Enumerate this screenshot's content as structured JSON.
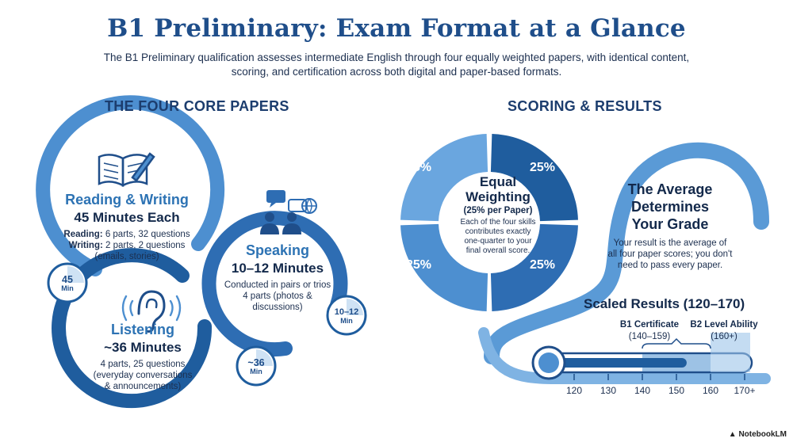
{
  "header": {
    "title": "B1 Preliminary: Exam Format at a Glance",
    "subtitle": "The B1 Preliminary qualification assesses intermediate English through four equally weighted papers, with identical content, scoring, and certification across both digital and paper-based formats."
  },
  "left_section": {
    "heading": "THE FOUR CORE PAPERS",
    "reading_writing": {
      "title": "Reading & Writing",
      "duration": "45 Minutes Each",
      "reading_label": "Reading:",
      "reading_detail": "6 parts, 32 questions",
      "writing_label": "Writing:",
      "writing_detail": "2 parts, 2 questions",
      "writing_note": "(emails, stories)",
      "badge_value": "45",
      "badge_unit": "Min",
      "icon": "open-book-icon"
    },
    "speaking": {
      "title": "Speaking",
      "duration": "10–12 Minutes",
      "detail_1": "Conducted in pairs or trios",
      "detail_2": "4 parts (photos &",
      "detail_3": "discussions)",
      "badge_value": "10–12",
      "badge_unit": "Min",
      "icon": "people-chat-icon"
    },
    "listening": {
      "title": "Listening",
      "duration": "~36 Minutes",
      "detail_1": "4 parts, 25 questions",
      "detail_2": "(everyday conversations",
      "detail_3": "& announcements)",
      "badge_value": "~36",
      "badge_unit": "Min",
      "icon": "ear-icon"
    }
  },
  "right_section": {
    "heading": "SCORING & RESULTS",
    "weighting": {
      "title_1": "Equal",
      "title_2": "Weighting",
      "subtitle": "(25% per Paper)",
      "desc_1": "Each of the four skills",
      "desc_2": "contributes exactly",
      "desc_3": "one-quarter to your",
      "desc_4": "final overall score.",
      "slices": [
        {
          "label": "25%",
          "share": 25
        },
        {
          "label": "25%",
          "share": 25
        },
        {
          "label": "25%",
          "share": 25
        },
        {
          "label": "25%",
          "share": 25
        }
      ]
    },
    "average": {
      "title_1": "The Average",
      "title_2": "Determines",
      "title_3": "Your Grade",
      "desc_1": "Your result is the average of",
      "desc_2": "all four paper scores; you don't",
      "desc_3": "need to pass every paper."
    },
    "scale": {
      "title": "Scaled Results (120–170)",
      "b1_label": "B1 Certificate",
      "b1_range": "(140–159)",
      "b2_label": "B2 Level Ability",
      "b2_range": "(160+)",
      "ticks": [
        "120",
        "130",
        "140",
        "150",
        "160",
        "170+"
      ],
      "b1_min": 140,
      "b1_max": 159,
      "b2_min": 160
    }
  },
  "footer": {
    "watermark": "NotebookLM"
  }
}
